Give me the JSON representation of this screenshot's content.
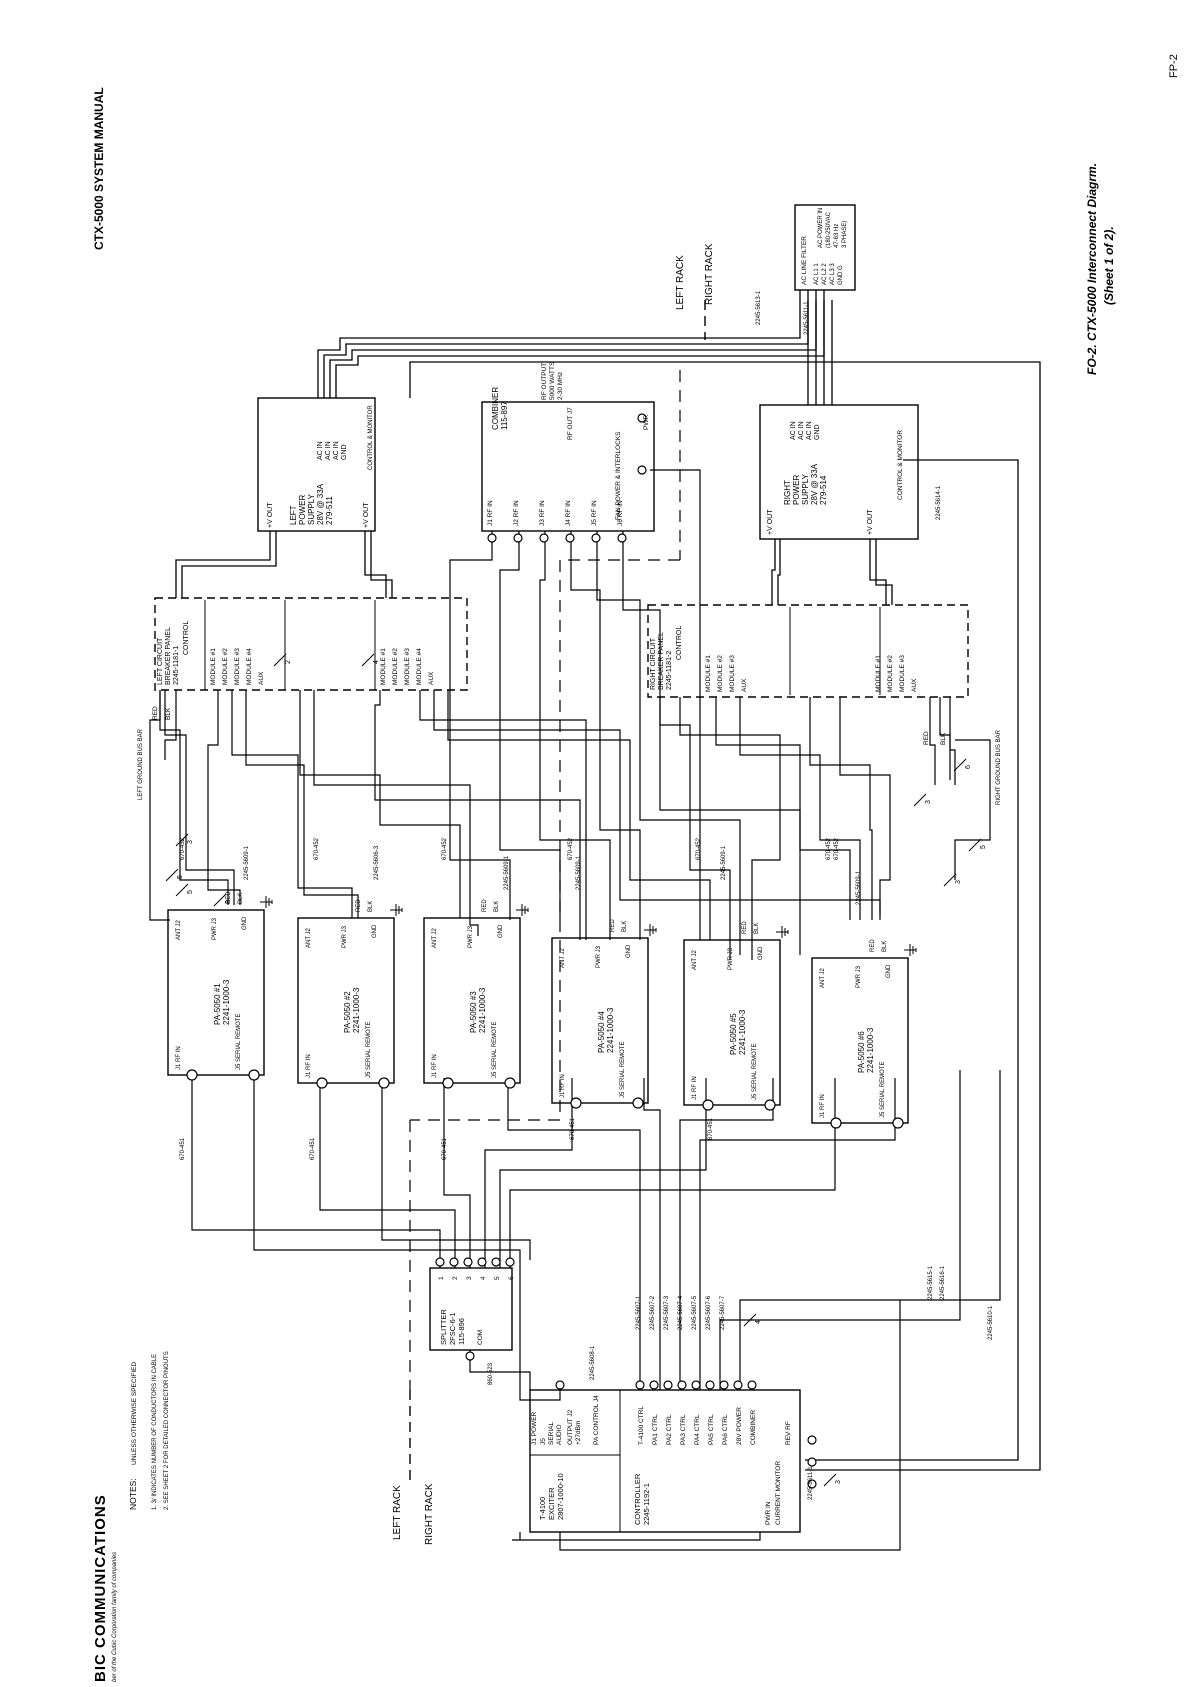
{
  "header": {
    "manual_title": "CTX-5000 SYSTEM MANUAL",
    "page_number": "FP-2"
  },
  "caption": {
    "line1": "FO-2. CTX-5000 Interconnect Diagrm.",
    "line2": "(Sheet 1 of 2)."
  },
  "company": {
    "name": "BIC COMMUNICATIONS",
    "subtitle": "ber of the Cubic Corporation family of companies"
  },
  "notes": {
    "heading": "NOTES:",
    "general": "UNLESS OTHERWISE SPECIFIED",
    "items": [
      "1. 3/ INDICATES NUMBER OF CONDUCTORS IN CABLE",
      "2. SEE SHEET 2 FOR DETAILED CONNECTOR PINOUTS"
    ]
  },
  "racks": {
    "left": "LEFT RACK",
    "right": "RIGHT RACK"
  },
  "units": {
    "left_power_supply": {
      "lines": [
        "LEFT",
        "POWER",
        "SUPPLY",
        "28V @ 33A",
        "279-511"
      ],
      "pins": [
        "AC IN",
        "AC IN",
        "AC IN",
        "GND"
      ],
      "out": "+V OUT",
      "ctrl": "CONTROL & MONITOR"
    },
    "right_power_supply": {
      "lines": [
        "RIGHT",
        "POWER",
        "SUPPLY",
        "28V @ 33A",
        "279-514"
      ],
      "pins": [
        "AC IN",
        "AC IN",
        "AC IN",
        "GND"
      ],
      "out": "+V OUT",
      "ctrl": "CONTROL & MONITOR"
    },
    "combiner": {
      "lines": [
        "COMBINER",
        "115-897"
      ],
      "rf_out": "RF OUT J7",
      "rf_output_note": [
        "RF OUTPUT",
        "5000 WATTS",
        "2-30 MHz"
      ],
      "pins": [
        "J1 RF IN",
        "J2 RF IN",
        "J3 RF IN",
        "J4 RF IN",
        "J5 RF IN",
        "J6 RF IN"
      ],
      "fan": "FAN POWER & INTERLOCKS",
      "pwr": "PWR"
    },
    "ac_line_filter": {
      "title": "AC LINE FILTER",
      "rows": [
        "AC L1 1",
        "AC L2 2",
        "AC L3 3",
        "GND G"
      ],
      "right": [
        "AC POWER IN",
        "(180-250VAC",
        "47-63 Hz",
        "3 PHASE)"
      ],
      "cable": "2245-5611-1"
    },
    "left_breaker_panel": {
      "lines": [
        "LEFT CIRCUIT",
        "BREAKER PANEL",
        "2245-1181-1"
      ],
      "control": "CONTROL",
      "group1": [
        "MODULE #1",
        "MODULE #2",
        "MODULE #3",
        "MODULE #4",
        "AUX"
      ],
      "group2": [
        "MODULE #1",
        "MODULE #2",
        "MODULE #3",
        "MODULE #4",
        "AUX"
      ],
      "red": "RED",
      "blk": "BLK",
      "ground": "LEFT GROUND BUS BAR"
    },
    "right_breaker_panel": {
      "lines": [
        "RIGHT CIRCUIT",
        "BREAKER PANEL",
        "2245-1181-2"
      ],
      "control": "CONTROL",
      "group1": [
        "MODULE #1",
        "MODULE #2",
        "MODULE #3",
        "AUX"
      ],
      "group2": [
        "MODULE #1",
        "MODULE #2",
        "MODULE #3",
        "AUX"
      ],
      "red": "RED",
      "blk": "BLK",
      "ground": "RIGHT GROUND BUS BAR"
    },
    "amplifiers": [
      {
        "name": "PA-5050 #1",
        "pn": "2241-1000-3"
      },
      {
        "name": "PA-5050 #2",
        "pn": "2241-1000-3"
      },
      {
        "name": "PA-5050 #3",
        "pn": "2241-1000-3"
      },
      {
        "name": "PA-5050 #4",
        "pn": "2241-1000-3"
      },
      {
        "name": "PA-5050 #5",
        "pn": "2241-1000-3"
      },
      {
        "name": "PA-5050 #6",
        "pn": "2241-1000-3"
      }
    ],
    "amp_pins": {
      "ant": "ANT J2",
      "pwr": "PWR J3",
      "gnd": "GND",
      "rf_in": "J1 RF IN",
      "serial": "J5 SERIAL REMOTE"
    },
    "splitter": {
      "lines": [
        "SPLITTER",
        "2FSC-6-1",
        "115-896"
      ],
      "com": "COM",
      "ports": [
        "1",
        "2",
        "3",
        "4",
        "5",
        "6"
      ]
    },
    "exciter": {
      "lines": [
        "T-4100",
        "EXCITER",
        "2807-1000-10"
      ],
      "serial_port": [
        "J5",
        "SERIAL",
        "AUDIO"
      ],
      "output": [
        "OUTPUT J2",
        "+27dBm"
      ],
      "pa_control": "PA CONTROL J4",
      "j1_power": "J1 POWER"
    },
    "controller": {
      "lines": [
        "CONTROLLER",
        "2245-1192-1"
      ],
      "ctrls": [
        "T-4100 CTRL",
        "PA1 CTRL",
        "PA2 CTRL",
        "PA3 CTRL",
        "PA4 CTRL",
        "PA5 CTRL",
        "PA6 CTRL",
        "28V POWER",
        "COMBINER"
      ],
      "misc": [
        "PWR IN",
        "CURRENT MONITOR",
        "REV RF"
      ]
    }
  },
  "cables": {
    "c670_452": "670-452",
    "c670_451": "670-451",
    "c2245_5609": "2245-5609-1",
    "c2245_5613": "2245-5613-1",
    "c2245_5611": "2245-5611-1",
    "c2245_5614": "2245-5614-1",
    "c2245_5607": [
      "2245-5607-1",
      "2245-5607-2",
      "2245-5607-3",
      "2245-5607-4",
      "2245-5607-5",
      "2245-5607-6",
      "2245-5607-7"
    ],
    "c2245_5608": "2245-5608-1",
    "c2245_5610": "2245-5610-1",
    "c2245_5615": "2245-5615-1",
    "c2245_5616": "2245-5616-1",
    "c2245_5606": "2245-5606-3",
    "c860_523": "860-523",
    "counts": [
      "3",
      "5",
      "5",
      "2",
      "4",
      "8",
      "3",
      "3",
      "5",
      "6",
      "4",
      "3"
    ]
  }
}
